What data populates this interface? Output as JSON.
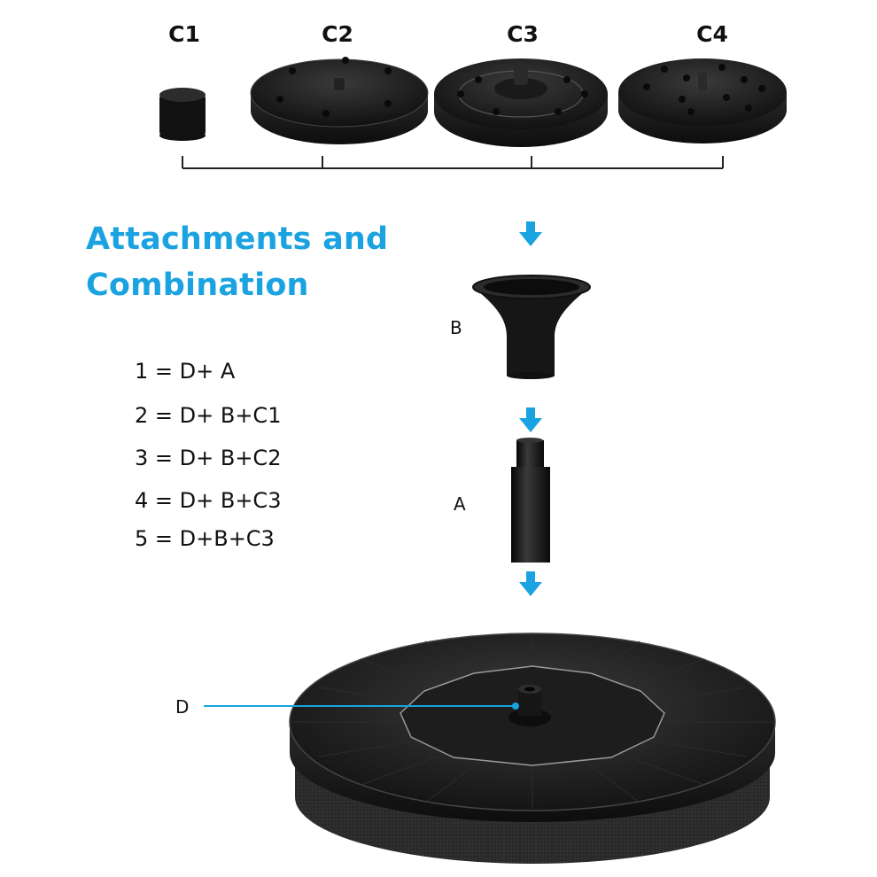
{
  "nozzles": [
    {
      "label": "C1"
    },
    {
      "label": "C2"
    },
    {
      "label": "C3"
    },
    {
      "label": "C4"
    }
  ],
  "heading": {
    "line1": "Attachments and",
    "line2": "Combination"
  },
  "combinations": [
    "1 = D+ A",
    "2 = D+ B+C1",
    "3 = D+ B+C2",
    "4 = D+ B+C3",
    "5 = D+B+C3"
  ],
  "parts": {
    "b_label": "B",
    "a_label": "A",
    "d_label": "D"
  },
  "colors": {
    "accent": "#1aa3e0",
    "product": "#1c1c1c",
    "foam": "#2e2e2e"
  }
}
